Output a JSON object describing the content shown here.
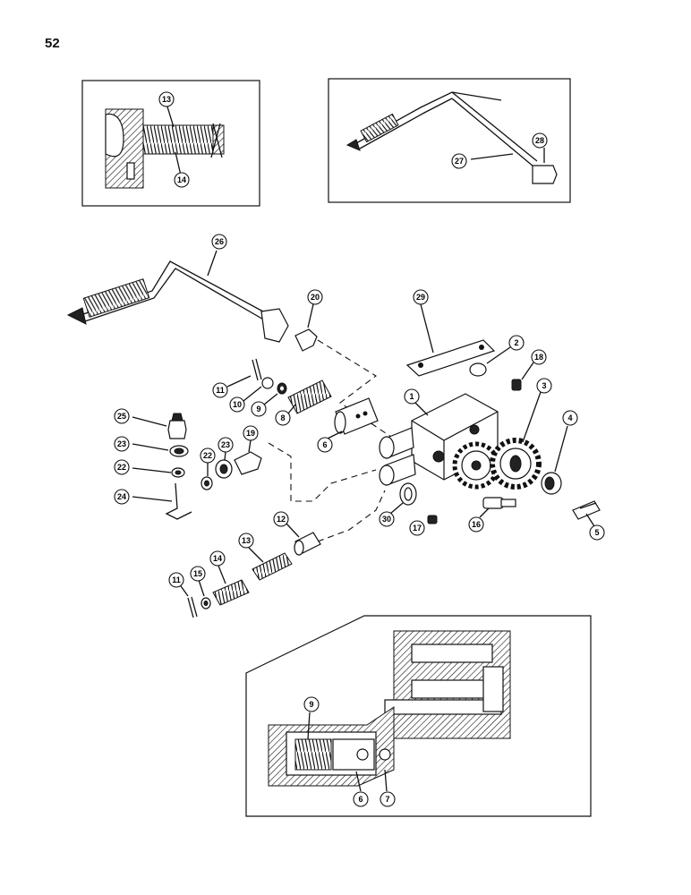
{
  "page_number": "52",
  "callouts": [
    {
      "id": "inset1-13",
      "label": "13"
    },
    {
      "id": "inset1-14",
      "label": "14"
    },
    {
      "id": "inset2-27",
      "label": "27"
    },
    {
      "id": "inset2-28",
      "label": "28"
    },
    {
      "id": "m-26",
      "label": "26"
    },
    {
      "id": "m-20",
      "label": "20"
    },
    {
      "id": "m-29",
      "label": "29"
    },
    {
      "id": "m-2",
      "label": "2"
    },
    {
      "id": "m-18",
      "label": "18"
    },
    {
      "id": "m-1",
      "label": "1"
    },
    {
      "id": "m-3",
      "label": "3"
    },
    {
      "id": "m-4",
      "label": "4"
    },
    {
      "id": "m-5",
      "label": "5"
    },
    {
      "id": "m-11a",
      "label": "11"
    },
    {
      "id": "m-10",
      "label": "10"
    },
    {
      "id": "m-9",
      "label": "9"
    },
    {
      "id": "m-8",
      "label": "8"
    },
    {
      "id": "m-6",
      "label": "6"
    },
    {
      "id": "m-25",
      "label": "25"
    },
    {
      "id": "m-23a",
      "label": "23"
    },
    {
      "id": "m-23b",
      "label": "23"
    },
    {
      "id": "m-22a",
      "label": "22"
    },
    {
      "id": "m-22b",
      "label": "22"
    },
    {
      "id": "m-19",
      "label": "19"
    },
    {
      "id": "m-24",
      "label": "24"
    },
    {
      "id": "m-30",
      "label": "30"
    },
    {
      "id": "m-17",
      "label": "17"
    },
    {
      "id": "m-16",
      "label": "16"
    },
    {
      "id": "m-12",
      "label": "12"
    },
    {
      "id": "m-13",
      "label": "13"
    },
    {
      "id": "m-14",
      "label": "14"
    },
    {
      "id": "m-11b",
      "label": "11"
    },
    {
      "id": "m-15",
      "label": "15"
    },
    {
      "id": "inset3-9",
      "label": "9"
    },
    {
      "id": "inset3-6",
      "label": "6"
    },
    {
      "id": "inset3-7",
      "label": "7"
    }
  ]
}
